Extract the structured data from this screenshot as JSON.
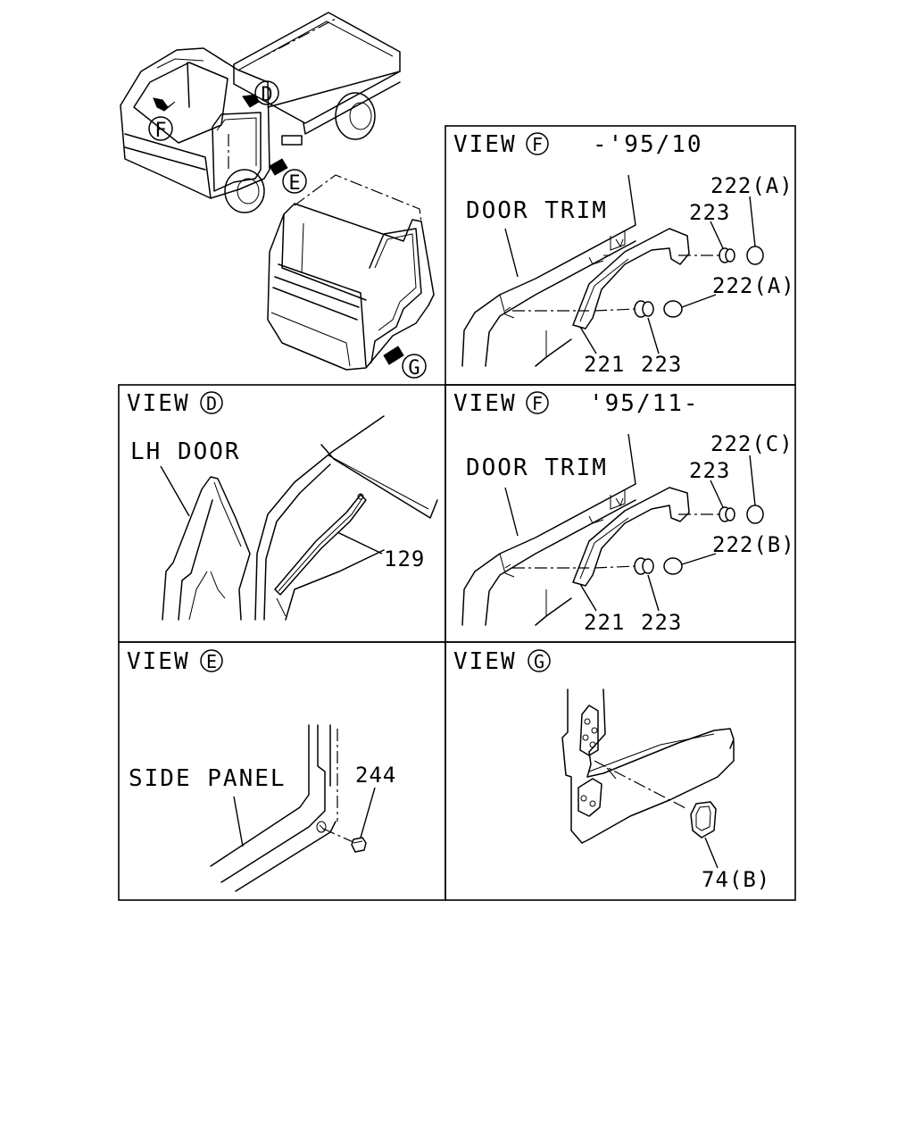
{
  "overview": {
    "markers": {
      "d": "D",
      "e": "E",
      "f": "F",
      "g": "G"
    }
  },
  "panels": {
    "view_f_old": {
      "view_word": "VIEW",
      "marker": "F",
      "range": "-'95/10",
      "door_trim": "DOOR TRIM",
      "labels": {
        "p222a_1": "222(A)",
        "p223_1": "223",
        "p222a_2": "222(A)",
        "p221": "221",
        "p223_2": "223"
      }
    },
    "view_d": {
      "view_word": "VIEW",
      "marker": "D",
      "lh_door": "LH DOOR",
      "labels": {
        "p129": "129"
      }
    },
    "view_f_new": {
      "view_word": "VIEW",
      "marker": "F",
      "range": "'95/11-",
      "door_trim": "DOOR TRIM",
      "labels": {
        "p222c": "222(C)",
        "p223_1": "223",
        "p222b": "222(B)",
        "p221": "221",
        "p223_2": "223"
      }
    },
    "view_e": {
      "view_word": "VIEW",
      "marker": "E",
      "side_panel": "SIDE PANEL",
      "labels": {
        "p244": "244"
      }
    },
    "view_g": {
      "view_word": "VIEW",
      "marker": "G",
      "labels": {
        "p74b": "74(B)"
      }
    }
  }
}
